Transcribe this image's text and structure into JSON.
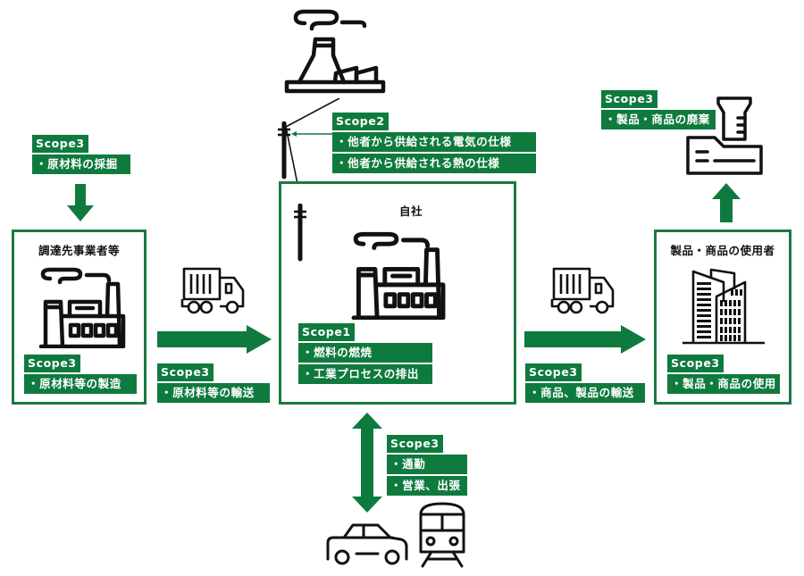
{
  "diagram": {
    "colors": {
      "accent": "#0f7a3e",
      "border": "#1a7a44",
      "icon": "#111111"
    },
    "upstream_extraction": {
      "scope": "Scope3",
      "items": [
        "・原材料の採掘"
      ]
    },
    "supplier": {
      "title": "調達先事業者等",
      "scope": "Scope3",
      "items": [
        "・原材料等の製造"
      ]
    },
    "inbound_transport": {
      "scope": "Scope3",
      "items": [
        "・原材料等の輸送"
      ]
    },
    "power_supplier": {
      "scope": "Scope2",
      "items": [
        "・他者から供給される電気の仕様",
        "・他者から供給される熱の仕様"
      ]
    },
    "own_company": {
      "title": "自社",
      "scope": "Scope1",
      "items": [
        "・燃料の燃焼",
        "・工業プロセスの排出"
      ]
    },
    "outbound_transport": {
      "scope": "Scope3",
      "items": [
        "・商品、製品の輸送"
      ]
    },
    "disposal": {
      "scope": "Scope3",
      "items": [
        "・製品・商品の廃棄"
      ]
    },
    "users": {
      "title": "製品・商品の使用者",
      "scope": "Scope3",
      "items": [
        "・製品・商品の使用"
      ]
    },
    "commute": {
      "scope": "Scope3",
      "items": [
        "・通勤",
        "・営業、出張"
      ]
    },
    "icons": [
      "factory-icon",
      "truck-icon",
      "power-plant-icon",
      "utility-pole-icon",
      "disposal-icon",
      "office-building-icon",
      "car-icon",
      "train-icon",
      "arrow-icon"
    ]
  }
}
